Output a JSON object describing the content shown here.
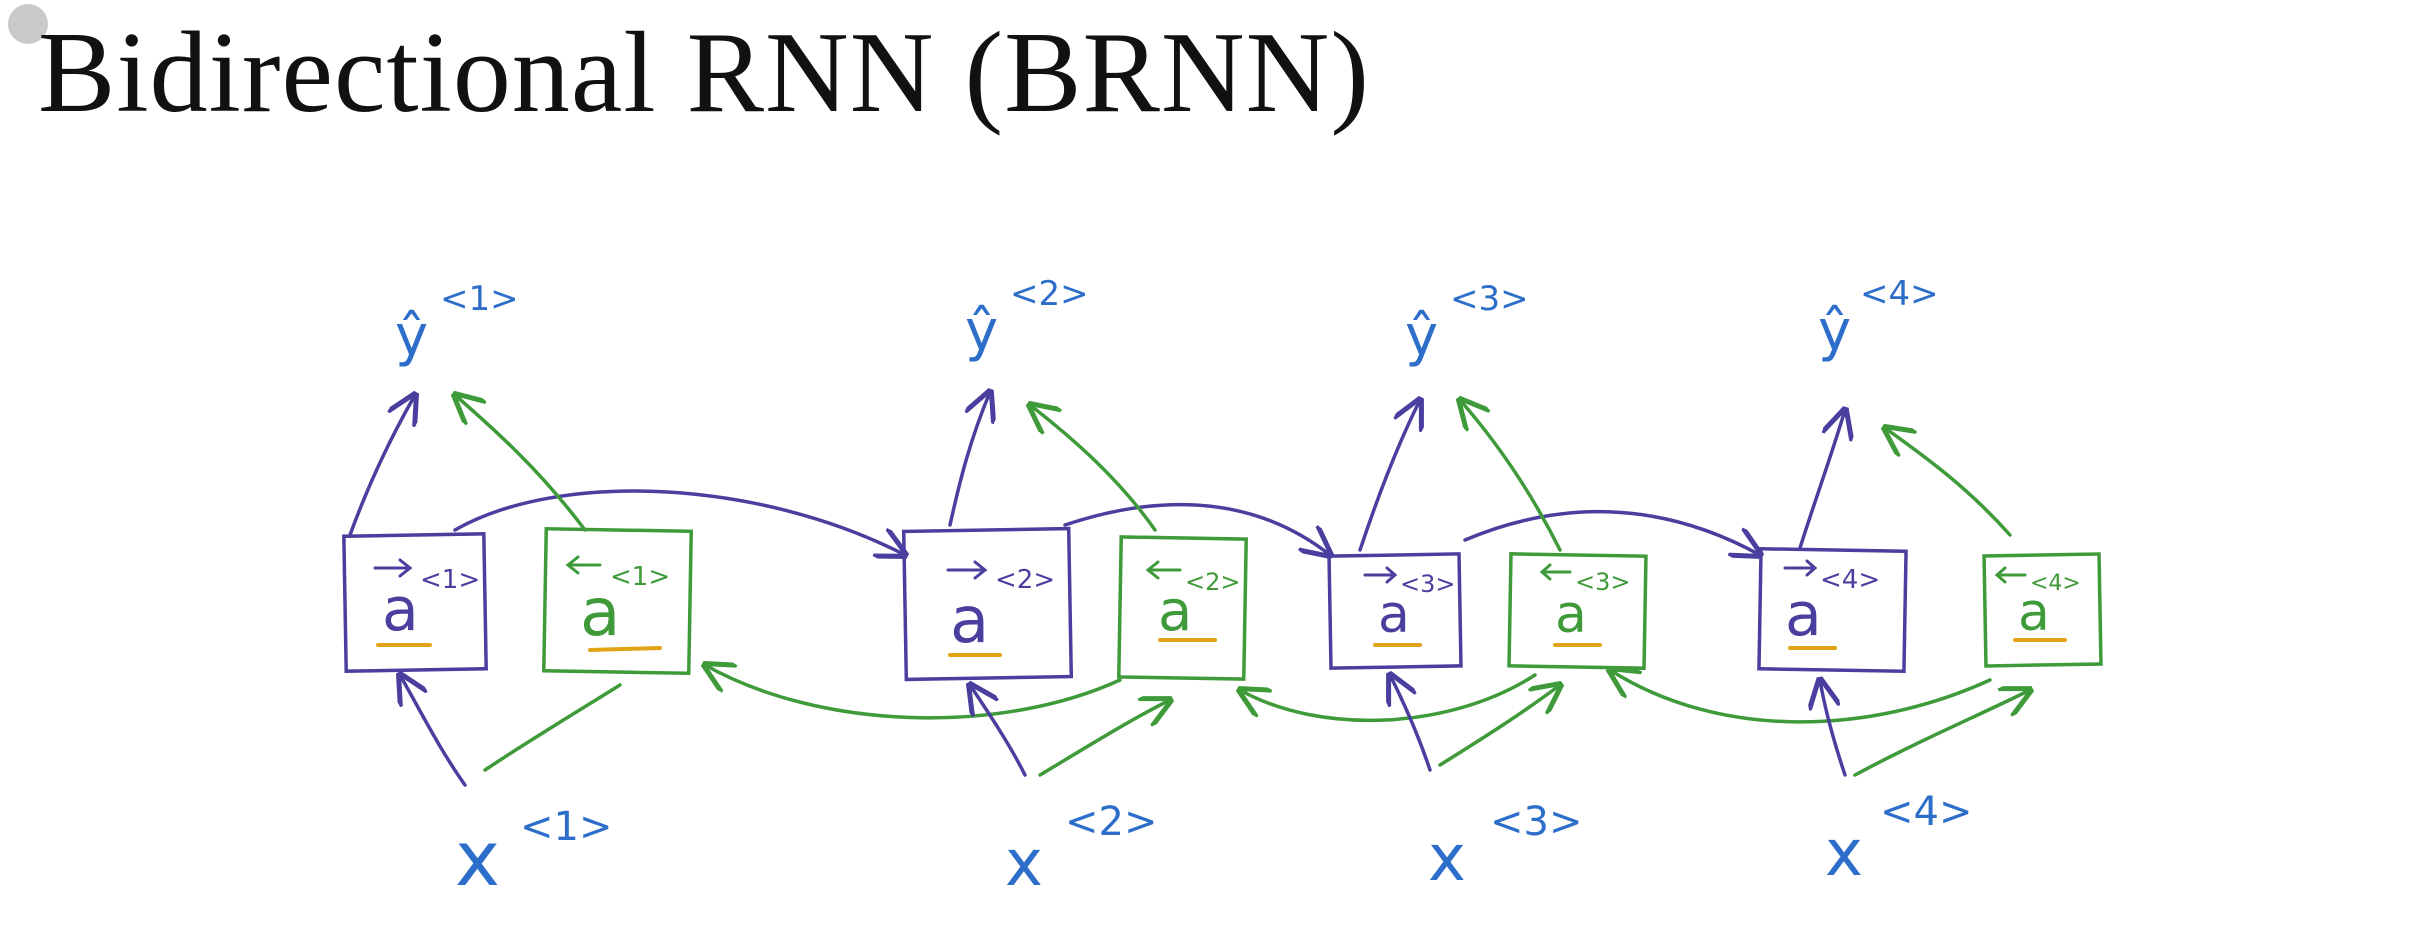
{
  "title": "Bidirectional RNN (BRNN)",
  "colors": {
    "forward": "#4a3f9e",
    "backward": "#3f9a3a",
    "label_blue": "#2c6ec9",
    "underline": "#e0a416",
    "title": "#111111"
  },
  "timesteps": [
    {
      "x_label": "x",
      "x_sup": "<1>",
      "y_label": "ŷ",
      "y_sup": "<1>",
      "fwd_label": "a",
      "fwd_sup": "<1>",
      "bwd_label": "a",
      "bwd_sup": "<1>"
    },
    {
      "x_label": "x",
      "x_sup": "<2>",
      "y_label": "ŷ",
      "y_sup": "<2>",
      "fwd_label": "a",
      "fwd_sup": "<2>",
      "bwd_label": "a",
      "bwd_sup": "<2>"
    },
    {
      "x_label": "x",
      "x_sup": "<3>",
      "y_label": "ŷ",
      "y_sup": "<3>",
      "fwd_label": "a",
      "fwd_sup": "<3>",
      "bwd_label": "a",
      "bwd_sup": "<3>"
    },
    {
      "x_label": "x",
      "x_sup": "<4>",
      "y_label": "ŷ",
      "y_sup": "<4>",
      "fwd_label": "a",
      "fwd_sup": "<4>",
      "bwd_label": "a",
      "bwd_sup": "<4>"
    }
  ]
}
